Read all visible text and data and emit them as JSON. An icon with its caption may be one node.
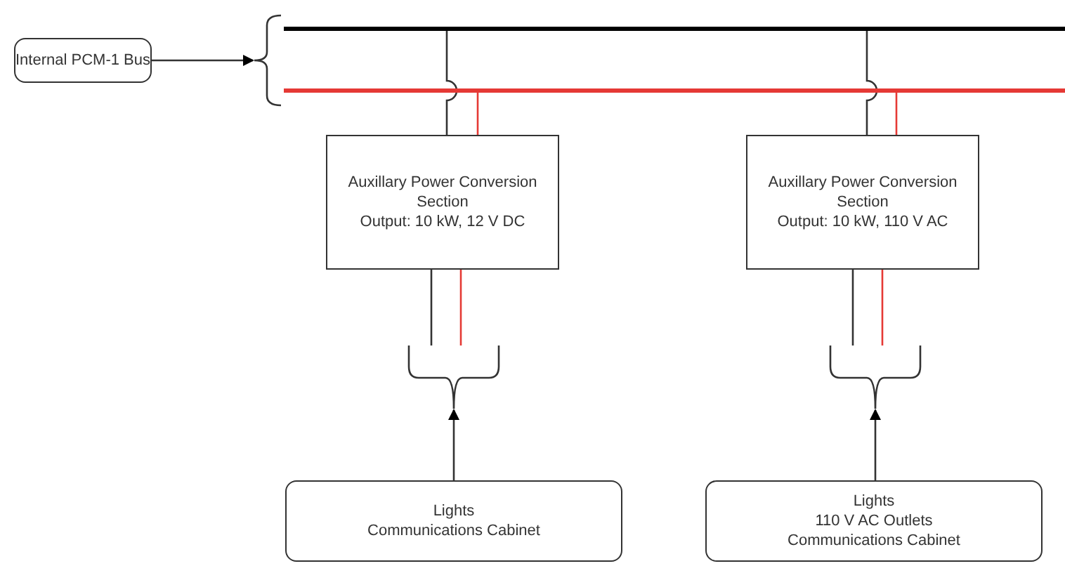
{
  "diagram": {
    "nodes": [
      {
        "text": [
          "Internal PCM-1 Bus"
        ]
      },
      {
        "text": [],
        "shape": "brace"
      },
      {
        "text": [],
        "shape": "bar"
      },
      {
        "text": [],
        "shape": "bar"
      },
      {
        "text": [
          "Auxillary Power Conversion Section",
          "Output: 10 kW, 12 V DC"
        ]
      },
      {
        "text": [
          "Auxillary Power Conversion Section",
          "Output: 10 kW, 110 V AC"
        ]
      },
      {
        "text": [],
        "shape": "brace"
      },
      {
        "text": [],
        "shape": "brace"
      },
      {
        "text": [
          "Lights",
          "Communications Cabinet"
        ]
      },
      {
        "text": [
          "Lights",
          "110 V AC Outlets",
          "Communications Cabinet"
        ]
      }
    ],
    "edges": [
      {
        "from": 0,
        "to": 1,
        "arrow": "to"
      },
      {
        "from": 2,
        "to": 4,
        "arrow": "none"
      },
      {
        "from": 3,
        "to": 4,
        "arrow": "none",
        "color": "#e53935"
      },
      {
        "from": 2,
        "to": 5,
        "arrow": "none"
      },
      {
        "from": 3,
        "to": 5,
        "arrow": "none",
        "color": "#e53935"
      },
      {
        "from": 4,
        "to": 6,
        "arrow": "none"
      },
      {
        "from": 4,
        "to": 6,
        "arrow": "none",
        "color": "#e53935"
      },
      {
        "from": 5,
        "to": 7,
        "arrow": "none"
      },
      {
        "from": 5,
        "to": 7,
        "arrow": "none",
        "color": "#e53935"
      },
      {
        "from": 8,
        "to": 6,
        "arrow": "to"
      },
      {
        "from": 9,
        "to": 7,
        "arrow": "to"
      }
    ]
  }
}
